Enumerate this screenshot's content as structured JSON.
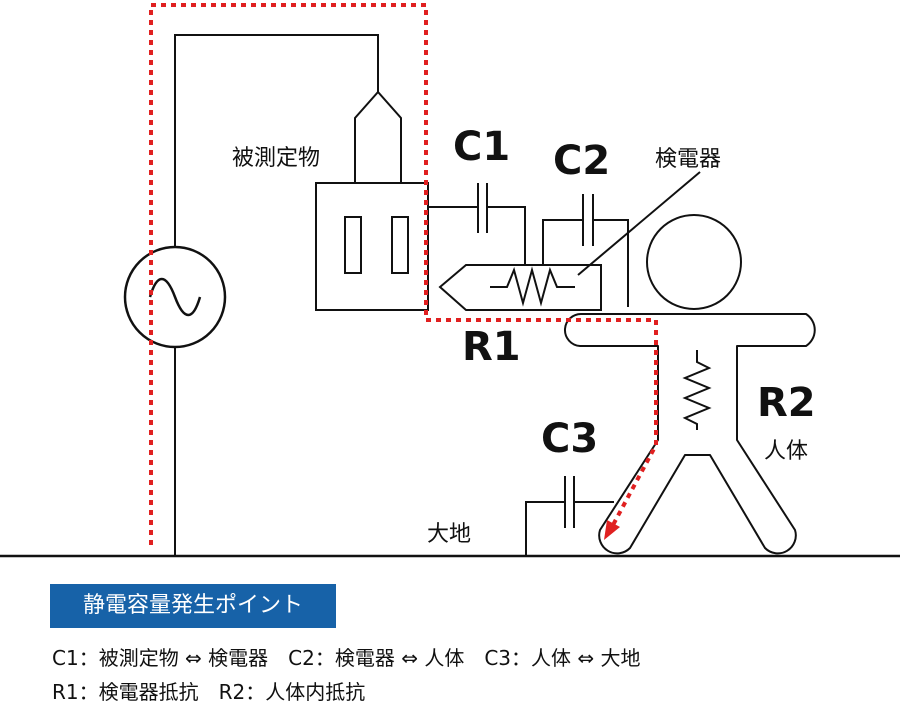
{
  "labels": {
    "dut": "被測定物",
    "c1": "C1",
    "c2": "C2",
    "detector": "検電器",
    "r1": "R1",
    "r2": "R2",
    "human_body": "人体",
    "c3": "C3",
    "ground": "大地"
  },
  "legend": {
    "title": "静電容量発生ポイント",
    "line1": "C1：被測定物 ⇔ 検電器　C2：検電器 ⇔ 人体　C3：人体 ⇔ 大地",
    "line2": "R1：検電器抵抗　R2：人体内抵抗"
  },
  "colors": {
    "line": "#111111",
    "path": "#e02020",
    "legend_bg": "#1762a8",
    "legend_text": "#ffffff"
  }
}
